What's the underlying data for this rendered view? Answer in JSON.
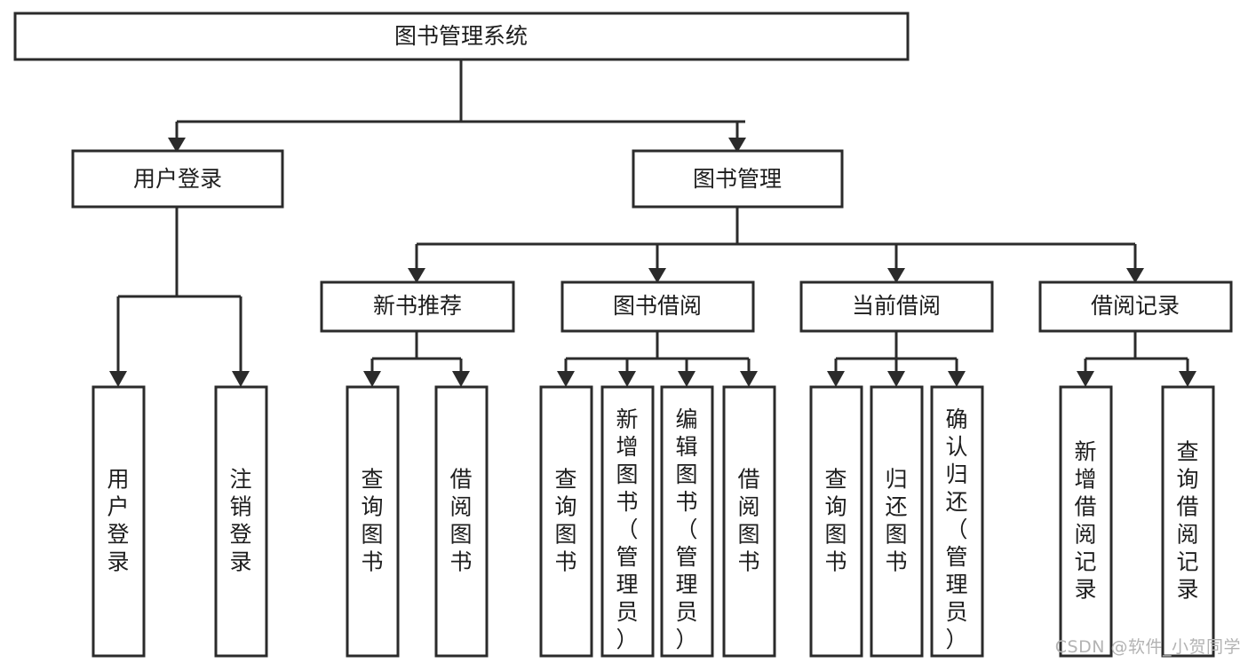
{
  "diagram": {
    "type": "tree-hierarchy-chart",
    "title": "图书管理系统",
    "orientation": "top-down",
    "colors": {
      "background": "#ffffff",
      "node_fill": "#ffffff",
      "node_stroke": "#2b2b2b",
      "connector": "#2b2b2b",
      "text": "#1d1d1d",
      "watermark": "#b3b3b3"
    },
    "levels": [
      {
        "level": 1,
        "nodes": [
          {
            "id": "root",
            "label": "图书管理系统",
            "orientation": "horizontal"
          }
        ]
      },
      {
        "level": 2,
        "nodes": [
          {
            "id": "user-login",
            "label": "用户登录",
            "orientation": "horizontal",
            "parent": "root"
          },
          {
            "id": "book-manage",
            "label": "图书管理",
            "orientation": "horizontal",
            "parent": "root"
          }
        ]
      },
      {
        "level": 3,
        "nodes": [
          {
            "id": "new-book-rec",
            "label": "新书推荐",
            "orientation": "horizontal",
            "parent": "book-manage"
          },
          {
            "id": "book-borrow",
            "label": "图书借阅",
            "orientation": "horizontal",
            "parent": "book-manage"
          },
          {
            "id": "current-borrow",
            "label": "当前借阅",
            "orientation": "horizontal",
            "parent": "book-manage"
          },
          {
            "id": "borrow-record",
            "label": "借阅记录",
            "orientation": "horizontal",
            "parent": "book-manage"
          }
        ]
      },
      {
        "level": 4,
        "nodes": [
          {
            "id": "leaf-1",
            "label": "用户登录",
            "orientation": "vertical",
            "parent": "user-login"
          },
          {
            "id": "leaf-2",
            "label": "注销登录",
            "orientation": "vertical",
            "parent": "user-login"
          },
          {
            "id": "leaf-3",
            "label": "查询图书",
            "orientation": "vertical",
            "parent": "new-book-rec"
          },
          {
            "id": "leaf-4",
            "label": "借阅图书",
            "orientation": "vertical",
            "parent": "new-book-rec"
          },
          {
            "id": "leaf-5",
            "label": "查询图书",
            "orientation": "vertical",
            "parent": "book-borrow"
          },
          {
            "id": "leaf-6",
            "label": "新增图书（管理员）",
            "orientation": "vertical",
            "parent": "book-borrow"
          },
          {
            "id": "leaf-7",
            "label": "编辑图书（管理员）",
            "orientation": "vertical",
            "parent": "book-borrow"
          },
          {
            "id": "leaf-8",
            "label": "借阅图书",
            "orientation": "vertical",
            "parent": "book-borrow"
          },
          {
            "id": "leaf-9",
            "label": "查询图书",
            "orientation": "vertical",
            "parent": "current-borrow"
          },
          {
            "id": "leaf-10",
            "label": "归还图书",
            "orientation": "vertical",
            "parent": "current-borrow"
          },
          {
            "id": "leaf-11",
            "label": "确认归还（管理员）",
            "orientation": "vertical",
            "parent": "current-borrow"
          },
          {
            "id": "leaf-12",
            "label": "新增借阅记录",
            "orientation": "vertical",
            "parent": "borrow-record"
          },
          {
            "id": "leaf-13",
            "label": "查询借阅记录",
            "orientation": "vertical",
            "parent": "borrow-record"
          }
        ]
      }
    ]
  },
  "watermark": {
    "text": "CSDN @软件_小贺同学"
  }
}
